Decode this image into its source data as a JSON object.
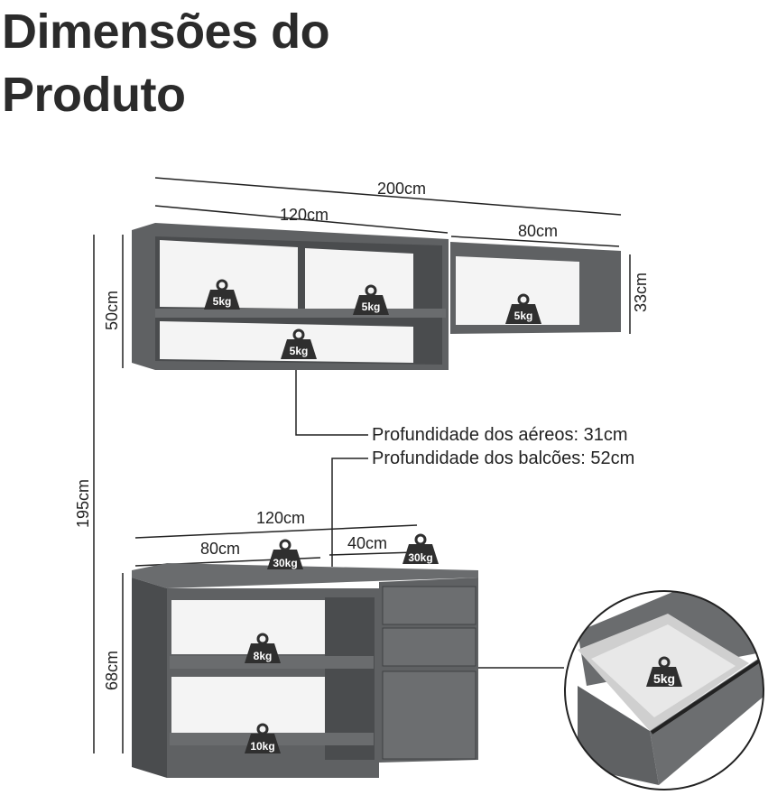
{
  "title": {
    "line1": "Dimensões do",
    "line2": "Produto"
  },
  "upper_cabinet": {
    "total_width": "200cm",
    "left_width": "120cm",
    "right_width": "80cm",
    "left_height": "50cm",
    "right_height": "33cm",
    "loads": [
      "5kg",
      "5kg",
      "5kg",
      "5kg"
    ]
  },
  "total_height": "195cm",
  "depth_notes": {
    "upper": "Profundidade dos aéreos: 31cm",
    "lower": "Profundidade dos balcões: 52cm"
  },
  "lower_cabinet": {
    "total_width": "120cm",
    "left_width": "80cm",
    "right_width": "40cm",
    "height": "68cm",
    "top_loads": [
      "30kg",
      "30kg"
    ],
    "shelf_loads": [
      "8kg",
      "10kg"
    ],
    "drawer_load": "5kg"
  },
  "colors": {
    "cabinet": "#5f6163",
    "cabinet_dark": "#4a4c4e",
    "interior": "#f4f4f4",
    "weight_icon": "#2f2f2f"
  }
}
